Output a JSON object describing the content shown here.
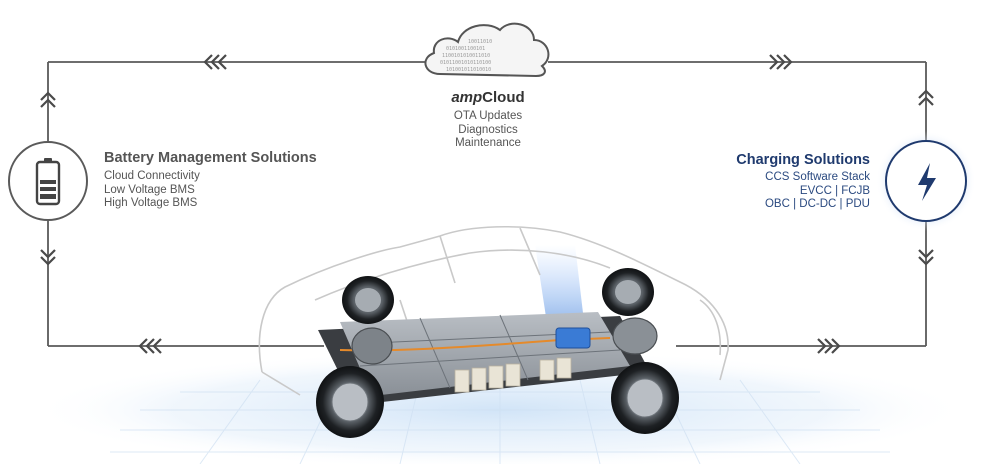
{
  "cloud": {
    "title_em": "amp",
    "title_rest": "Cloud",
    "items": [
      "OTA Updates",
      "Diagnostics",
      "Maintenance"
    ]
  },
  "bms": {
    "title": "Battery Management Solutions",
    "items": [
      "Cloud Connectivity",
      "Low Voltage BMS",
      "High Voltage BMS"
    ]
  },
  "charging": {
    "title": "Charging Solutions",
    "items": [
      "CCS Software Stack",
      "EVCC | FCJB",
      "OBC | DC-DC | PDU"
    ]
  },
  "icons": {
    "battery": "battery-icon",
    "lightning": "lightning-bolt-icon",
    "cloud": "cloud-icon",
    "vehicle": "ev-chassis-illustration"
  },
  "colors": {
    "loop_line": "#5a5a5a",
    "charging_accent": "#1f3a6e",
    "glow_blue": "#3a7bd5"
  }
}
